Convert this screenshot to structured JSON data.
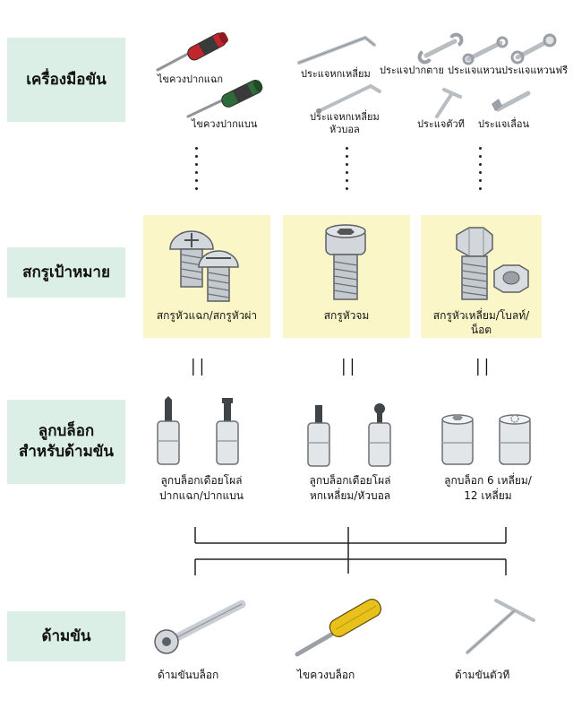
{
  "rows": {
    "tools": "เครื่องมือขัน",
    "screws": "สกรูเป้าหมาย",
    "sockets_line1": "ลูกบล็อก",
    "sockets_line2": "สำหรับด้ามขัน",
    "handles": "ด้ามขัน"
  },
  "tools": {
    "phillips_screwdriver": "ไขควงปากแฉก",
    "flat_screwdriver": "ไขควงปากแบน",
    "hex_key": "ประแจหกเหลี่ยม",
    "ball_hex_key_line1": "ประแจหกเหลี่ยม",
    "ball_hex_key_line2": "หัวบอล",
    "open_end_wrench": "ประแจปากตาย",
    "ring_wrench": "ประแจแหวน",
    "ratchet_ring_wrench": "ประแจแหวนฟรี",
    "t_wrench": "ประแจตัวที",
    "adjustable_wrench": "ประแจเลื่อน"
  },
  "screws": {
    "pan_head_line1": "สกรูหัวแฉก/สกรูหัวผ่า",
    "socket_head": "สกรูหัวจม",
    "hex_bolt_line1": "สกรูหัวเหลี่ยม/โบลท์/",
    "hex_bolt_line2": "น็อต"
  },
  "equals": "II",
  "sockets": {
    "screwdriver_bit_line1": "ลูกบล็อกเดือยโผล่",
    "screwdriver_bit_line2": "ปากแฉก/ปากแบน",
    "hex_bit_line1": "ลูกบล็อกเดือยโผล่",
    "hex_bit_line2": "หกเหลี่ยม/หัวบอล",
    "standard_line1": "ลูกบล็อก 6 เหลี่ยม/",
    "standard_line2": "12 เหลี่ยม"
  },
  "handles": {
    "ratchet": "ด้ามขันบล็อก",
    "socket_screwdriver": "ไขควงบล็อก",
    "t_handle": "ด้ามขันตัวที"
  },
  "colors": {
    "row_label_bg": "#dcefe6",
    "screw_box_bg": "#faf6c8",
    "screwdriver_red": "#c0262c",
    "screwdriver_green": "#2f6b3a",
    "handle_yellow": "#e8c21a",
    "metal": "#c9ced3"
  }
}
